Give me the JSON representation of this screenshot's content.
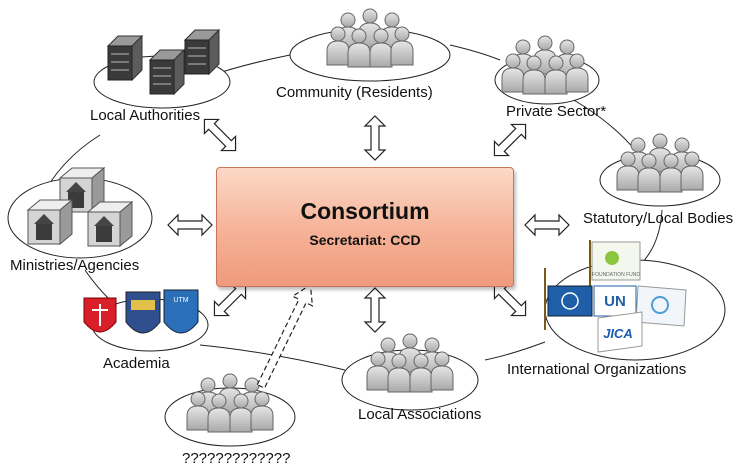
{
  "center": {
    "title": "Consortium",
    "subtitle": "Secretariat: CCD"
  },
  "nodes": {
    "local_authorities": "Local Authorities",
    "community": "Community (Residents)",
    "private_sector": "Private Sector*",
    "statutory": "Statutory/Local Bodies",
    "international": "International  Organizations",
    "local_associations": "Local Associations",
    "unknown": "?????????????",
    "academia": "Academia",
    "ministries": "Ministries/Agencies"
  },
  "flags": {
    "fund": "FOUNDATION FUND",
    "un": "UN",
    "jica": "JICA",
    "utm": "UTM"
  },
  "colors": {
    "box_fill": "#f5b196",
    "box_border": "#c8735a",
    "person": "#c9c9c9",
    "person_stroke": "#666666"
  }
}
